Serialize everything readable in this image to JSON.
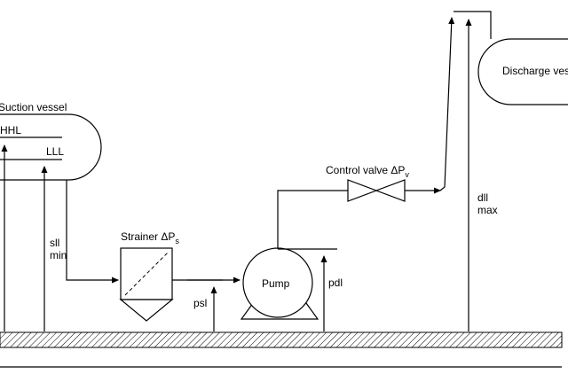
{
  "labels": {
    "suction_vessel": "Suction vessel",
    "hhl": "HHL",
    "lll": "LLL",
    "sll": "sll",
    "sll_min": "min",
    "strainer": "Strainer ΔP",
    "strainer_sub": "s",
    "psl": "psl",
    "pump": "Pump",
    "pdl": "pdl",
    "control_valve": "Control valve ΔP",
    "control_valve_sub": "v",
    "dll": "dll",
    "dll_max": "max",
    "discharge_vessel": "Discharge ves"
  }
}
